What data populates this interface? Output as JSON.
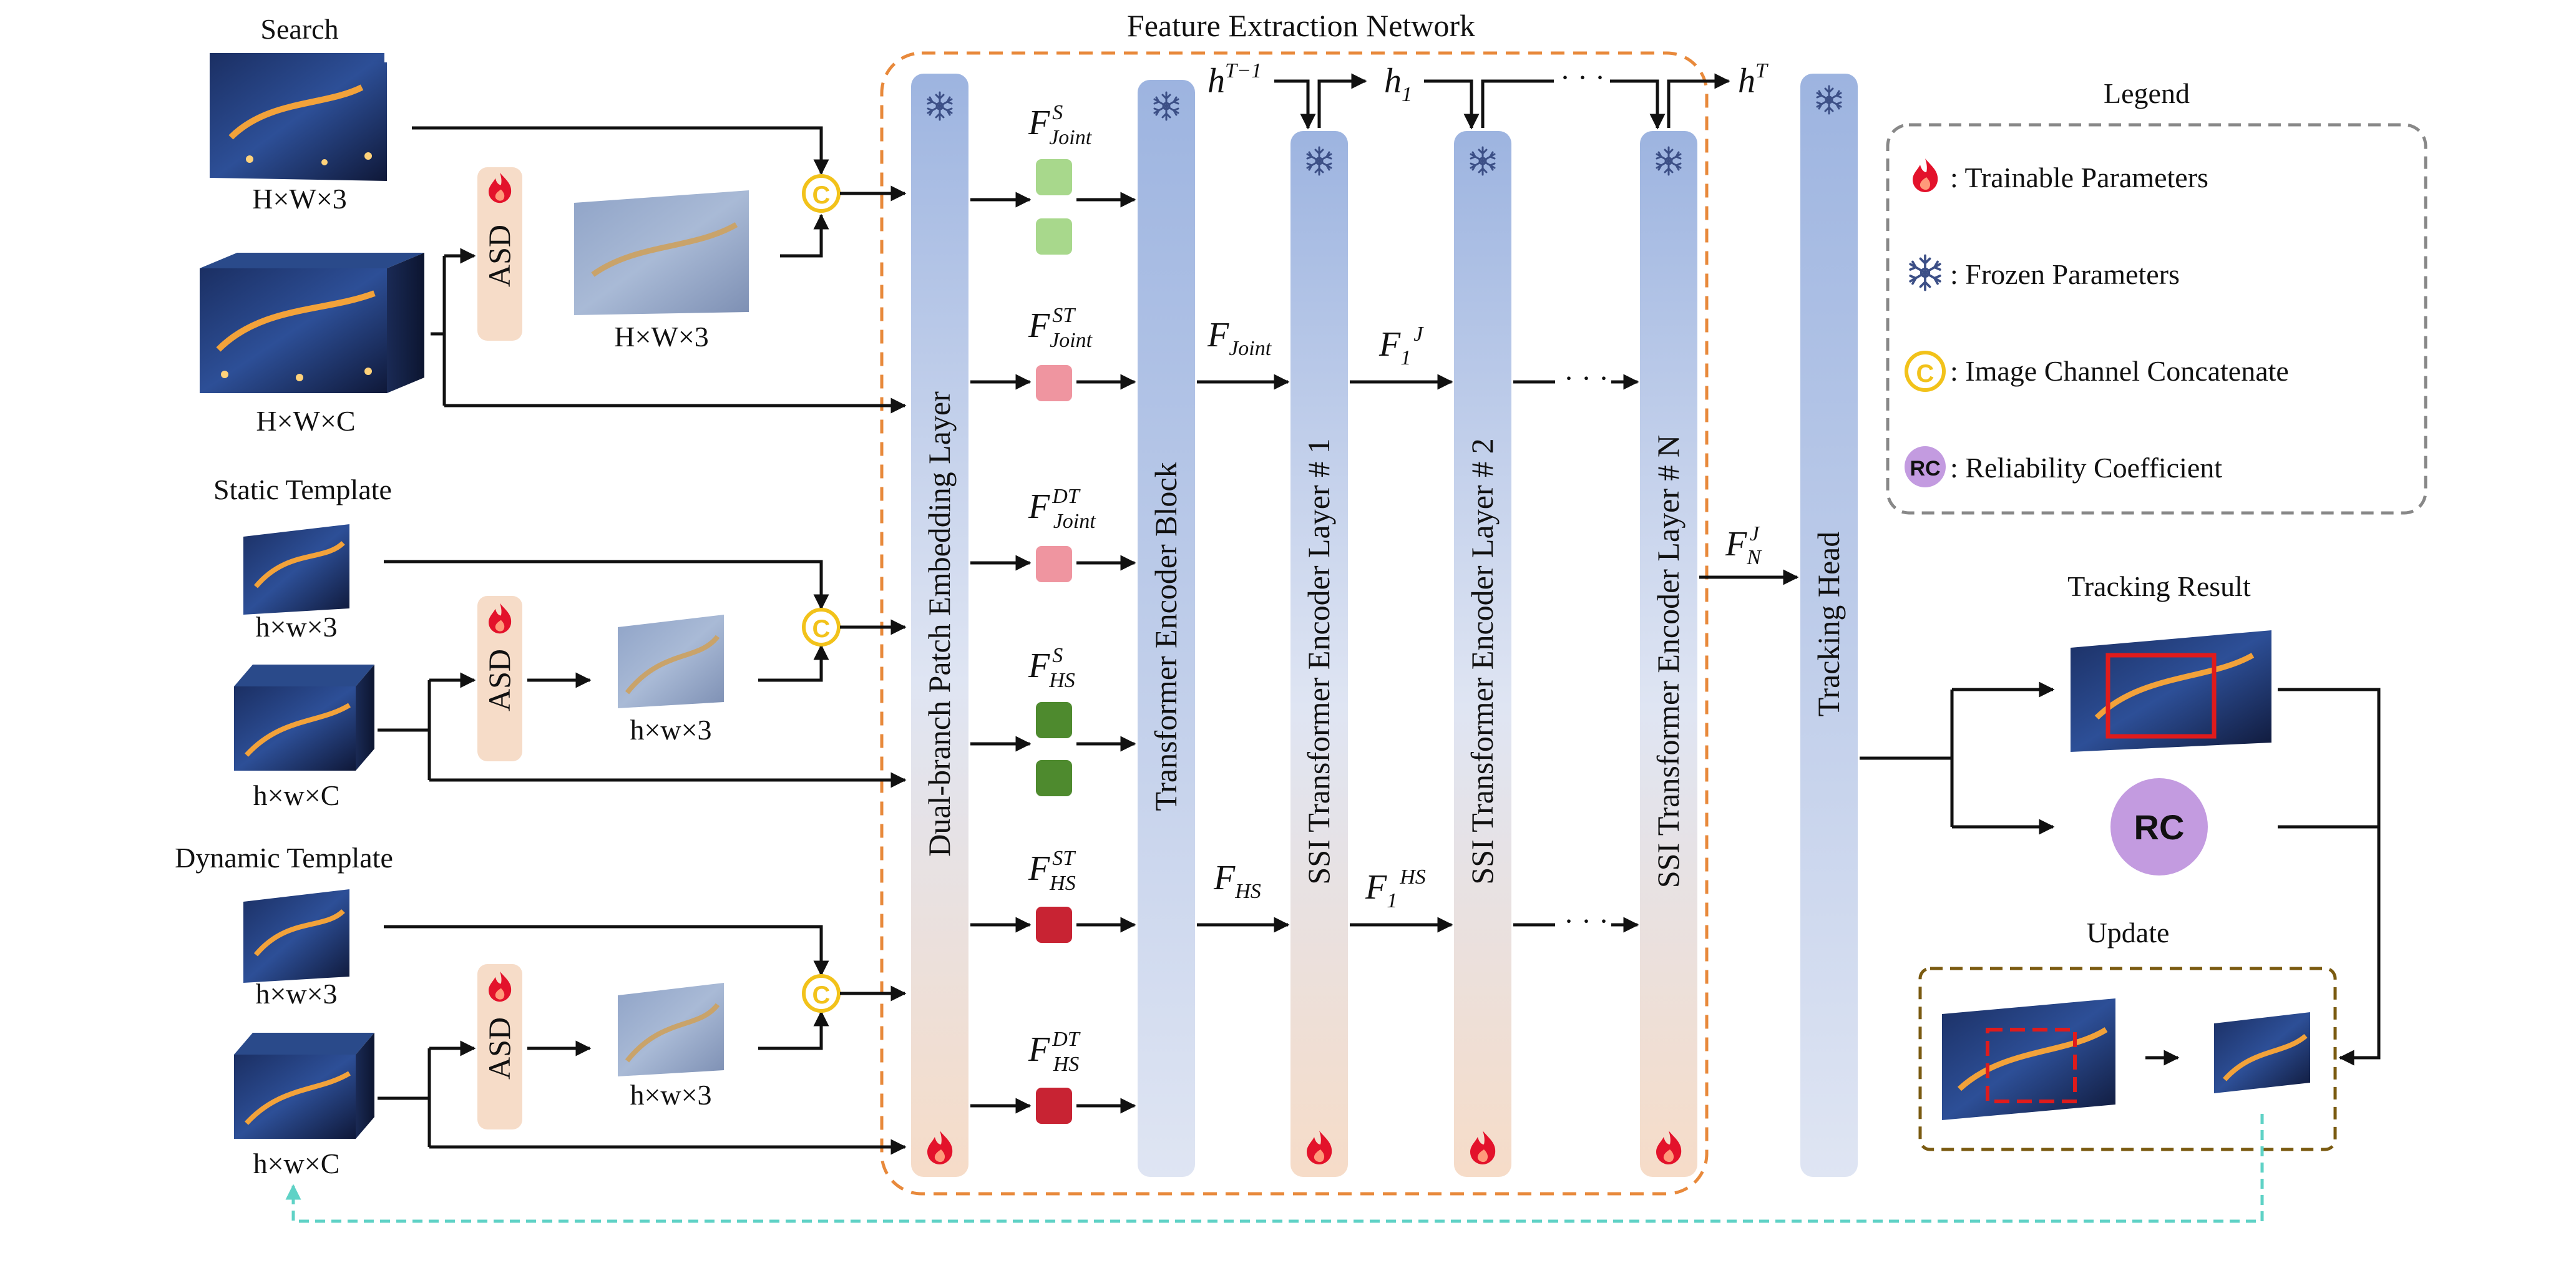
{
  "diagram": {
    "title": "Feature Extraction Network",
    "inputs": {
      "search": {
        "title": "Search",
        "rgb_size": "H×W×3",
        "hsi_size": "H×W×C",
        "asd_out_size": "H×W×3"
      },
      "static_template": {
        "title": "Static Template",
        "rgb_size": "h×w×3",
        "hsi_size": "h×w×C",
        "asd_out_size": "h×w×3"
      },
      "dynamic_template": {
        "title": "Dynamic Template",
        "rgb_size": "h×w×3",
        "hsi_size": "h×w×C",
        "asd_out_size": "h×w×3"
      }
    },
    "asd_label": "ASD",
    "concat_symbol": "C",
    "columns": {
      "embedding": "Dual-branch Patch Embedding Layer",
      "encoder_block": "Transformer Encoder Block",
      "ssi_layer_1": "SSI Transformer Encoder Layer # 1",
      "ssi_layer_2": "SSI Transformer Encoder Layer # 2",
      "ssi_layer_n": "SSI Transformer Encoder Layer # N",
      "tracking_head": "Tracking Head"
    },
    "features": {
      "f_base": "F",
      "joint_s_sup": "S",
      "joint_s_sub": "Joint",
      "joint_st_sup": "ST",
      "joint_st_sub": "Joint",
      "joint_dt_sup": "DT",
      "joint_dt_sub": "Joint",
      "hs_s_sup": "S",
      "hs_s_sub": "HS",
      "hs_st_sup": "ST",
      "hs_st_sub": "HS",
      "hs_dt_sup": "DT",
      "hs_dt_sub": "HS",
      "f_joint_sub": "Joint",
      "f1_j_sub": "1",
      "f1_j_sup": "J",
      "f_hs_sub": "HS",
      "f1_hs_sub": "1",
      "f1_hs_sup": "HS",
      "fn_j_sub": "N",
      "fn_j_sup": "J"
    },
    "hidden_states": {
      "h_base": "h",
      "h_t_minus_1_sup": "T−1",
      "h1_sub": "1",
      "h_t_sup": "T",
      "ellipsis": "· · ·"
    },
    "legend": {
      "title": "Legend",
      "items": [
        {
          "icon": "flame-icon",
          "text": ": Trainable Parameters"
        },
        {
          "icon": "snowflake-icon",
          "text": ": Frozen Parameters"
        },
        {
          "icon": "concat-icon",
          "text": ": Image Channel Concatenate"
        },
        {
          "icon": "rc-icon",
          "text": ": Reliability Coefficient"
        }
      ]
    },
    "tracking_result_title": "Tracking Result",
    "rc_label": "RC",
    "update_title": "Update",
    "colors": {
      "accent_orange": "#e8893b",
      "column_blue": "#9db4e0",
      "column_peach": "#f6dcc8",
      "joint_green": "#a8d88c",
      "hs_green": "#4e8a2e",
      "joint_pink": "#ef95a0",
      "hs_red": "#c82333",
      "rc_purple": "#c39be0",
      "concat_yellow": "#f2c21a",
      "update_border": "#7a5a10",
      "feedback_teal": "#5fd2c6",
      "tracking_red": "#e01b1b"
    }
  }
}
